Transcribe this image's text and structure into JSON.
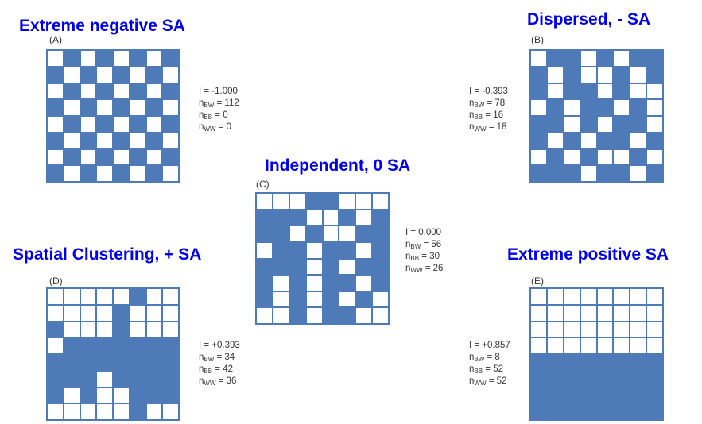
{
  "panels": [
    {
      "id": "A",
      "title": "Extreme negative SA",
      "letter": "(A)",
      "I": "I = -1.000",
      "nBW": "112",
      "nBB": "0",
      "nWW": "0",
      "grid": [
        "WBWBWBWB",
        "BWBWBWBW",
        "WBWBWBWB",
        "BWBWBWBW",
        "WBWBWBWB",
        "BWBWBWBW",
        "WBWBWBWB",
        "BWBWBWBW"
      ]
    },
    {
      "id": "B",
      "title": "Dispersed, - SA",
      "letter": "(B)",
      "I": "I = -0.393",
      "nBW": "78",
      "nBB": "16",
      "nWW": "18",
      "grid": [
        "WBBWBWBB",
        "BWBWWBWB",
        "BWBBWBWW",
        "WBWBBWBW",
        "BBWBWBBW",
        "BWBWBBWB",
        "WBWBWWBW",
        "BBBWBBWB"
      ]
    },
    {
      "id": "C",
      "title": "Independent, 0 SA",
      "letter": "(C)",
      "I": "I = 0.000",
      "nBW": "56",
      "nBB": "30",
      "nWW": "26",
      "grid": [
        "WWWBBWWW",
        "BBBWWBWB",
        "BBWBWWBB",
        "WBBWBBWB",
        "BBBWBWBB",
        "BWBWBBWB",
        "BWBWBWBW",
        "WWBWBBWW"
      ]
    },
    {
      "id": "D",
      "title": "Spatial Clustering, + SA",
      "letter": "(D)",
      "I": "I = +0.393",
      "nBW": "34",
      "nBB": "42",
      "nWW": "36",
      "grid": [
        "WWWWWBWW",
        "WWWWBWWW",
        "BWWWBWWW",
        "WBBBBBBB",
        "BBBBBBBB",
        "BBBWBBBB",
        "BWBWWBBB",
        "WWWWWBWW"
      ]
    },
    {
      "id": "E",
      "title": "Extreme positive SA",
      "letter": "(E)",
      "I": "I = +0.857",
      "nBW": "8",
      "nBB": "52",
      "nWW": "52",
      "grid": [
        "WWWWWWWW",
        "WWWWWWWW",
        "WWWWWWWW",
        "WWWWWWWW",
        "BBBBBBBB",
        "BBBBBBBB",
        "BBBBBBBB",
        "BBBBBBBB"
      ]
    }
  ],
  "labels": {
    "bw_sub": "BW",
    "bb_sub": "BB",
    "ww_sub": "WW",
    "n": "n",
    "eq": " = "
  },
  "colors": {
    "title": "#0000ee",
    "black_cell": "#4e7bb7",
    "white_cell": "#ffffff"
  }
}
